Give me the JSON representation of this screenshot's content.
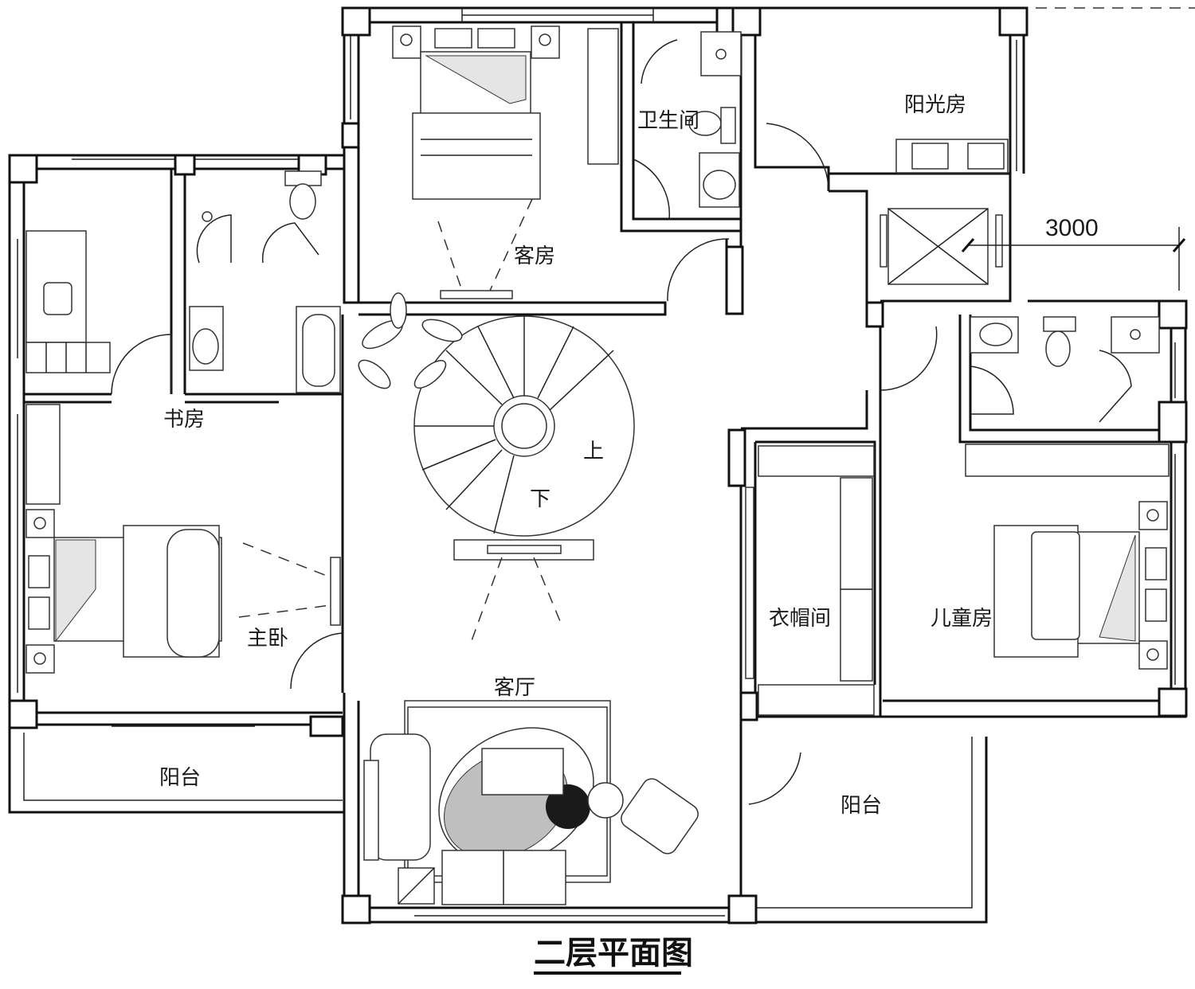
{
  "title": "二层平面图",
  "rooms": {
    "guest_room": "客房",
    "bathroom": "卫生间",
    "sunroom": "阳光房",
    "study": "书房",
    "master_bedroom": "主卧",
    "living_room": "客厅",
    "cloakroom": "衣帽间",
    "kids_room": "儿童房",
    "balcony_left": "阳台",
    "balcony_right": "阳台"
  },
  "stairs": {
    "up": "上",
    "down": "下"
  },
  "dimension": "3000"
}
